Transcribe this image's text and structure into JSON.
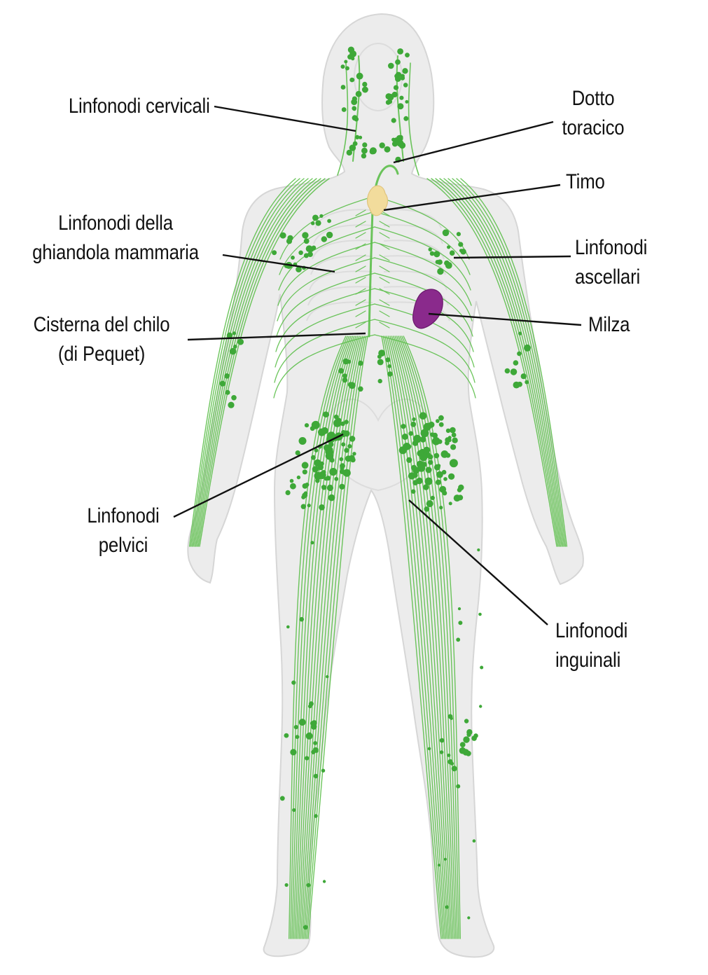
{
  "colors": {
    "background": "#ffffff",
    "body_fill": "#ececec",
    "body_outline": "#d6d6d6",
    "lymph": "#5cbf4a",
    "lymph_node": "#3ea838",
    "thymus": "#f2dc9c",
    "spleen": "#8a2a8c",
    "leader_line": "#111111"
  },
  "labels": {
    "cervical": "Linfonodi cervicali",
    "thoracic_duct_1": "Dotto",
    "thoracic_duct_2": "toracico",
    "thymus": "Timo",
    "mammary_1": "Linfonodi della",
    "mammary_2": "ghiandola mammaria",
    "axillary_1": "Linfonodi",
    "axillary_2": "ascellari",
    "cisterna_1": "Cisterna del chilo",
    "cisterna_2": "(di Pequet)",
    "spleen": "Milza",
    "pelvic_1": "Linfonodi",
    "pelvic_2": "pelvici",
    "inguinal_1": "Linfonodi",
    "inguinal_2": "inguinali"
  }
}
